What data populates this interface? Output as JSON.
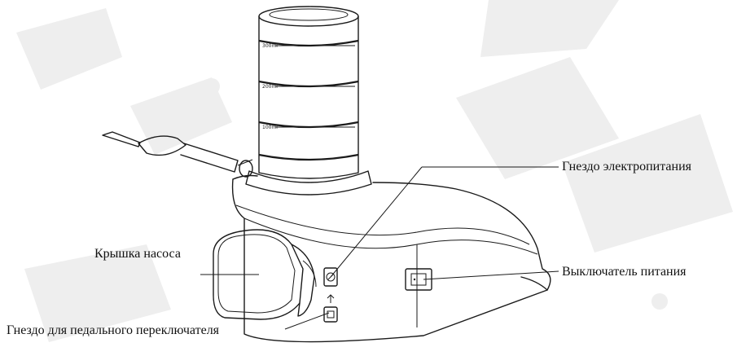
{
  "labels": {
    "power_socket": "Гнездо электропитания",
    "pump_cover": "Крышка насоса",
    "power_switch": "Выключатель питания",
    "pedal_socket": "Гнездо для педального переключателя"
  },
  "bottle_graduations": [
    "300ml",
    "200ml",
    "100ml"
  ],
  "icons": {
    "power_socket": "electric-plug-icon",
    "pedal_socket": "foot-pedal-icon",
    "power_switch": "rocker-switch-icon"
  },
  "colors": {
    "line": "#1a1a1a",
    "watermark": "#eeeeee"
  }
}
